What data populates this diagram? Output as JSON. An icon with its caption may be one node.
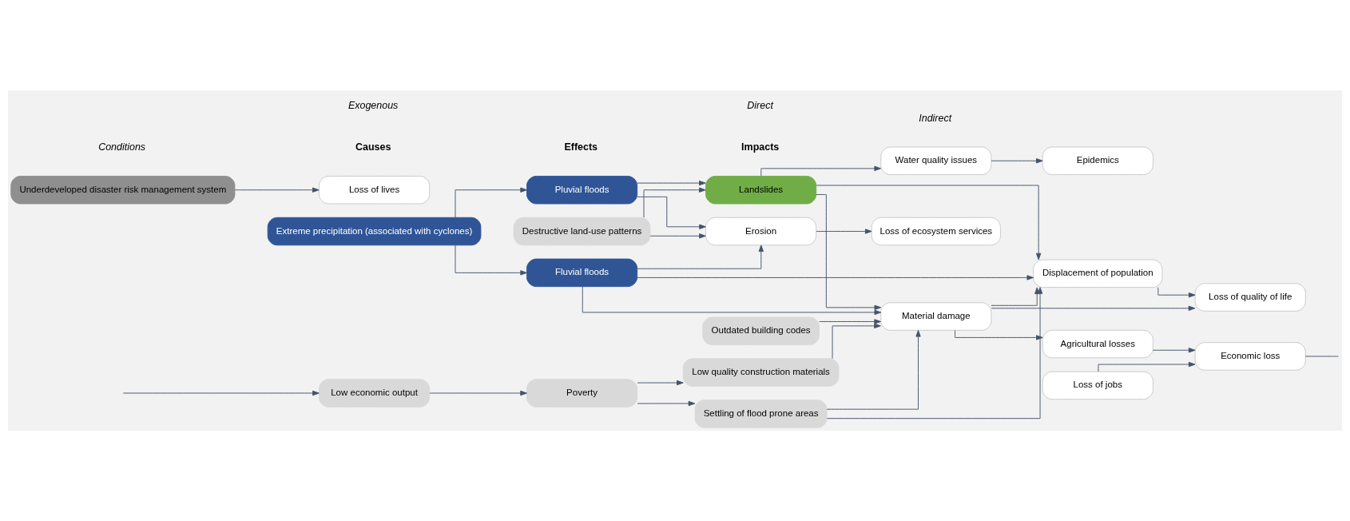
{
  "diagram": {
    "nodes": [
      {
        "text": [
          "Extreme precipitation (associated with cyclones)"
        ]
      },
      {
        "text": [
          "Fluvial floods"
        ]
      },
      {
        "text": [
          "Pluvial floods"
        ]
      },
      {
        "text": [
          "Underdeveloped disaster risk management system"
        ]
      },
      {
        "text": [
          "Destructive land-use patterns"
        ]
      },
      {
        "text": [
          "Landslides"
        ]
      },
      {
        "text": [
          "Outdated building codes"
        ]
      },
      {
        "text": [
          "Low economic output"
        ]
      },
      {
        "text": [
          "Poverty"
        ]
      },
      {
        "text": [
          "Low quality construction materials"
        ]
      },
      {
        "text": [
          "Settling of flood prone areas"
        ]
      },
      {
        "text": [
          "Erosion"
        ]
      },
      {
        "text": [
          "Displacement of population"
        ]
      },
      {
        "text": [
          "Water quality issues"
        ]
      },
      {
        "text": [
          "Material damage"
        ]
      },
      {
        "text": [
          "Loss of ecosystem services"
        ]
      },
      {
        "text": [
          "Loss of lives"
        ]
      },
      {
        "text": [
          "Agricultural losses"
        ]
      },
      {
        "text": [
          "Loss of jobs"
        ]
      },
      {
        "text": [
          "Loss of quality of life"
        ]
      },
      {
        "text": [
          "Epidemics"
        ]
      },
      {
        "text": [
          "Economic loss"
        ]
      }
    ],
    "edges": [
      {
        "from": 0,
        "to": 1,
        "arrow": "to"
      },
      {
        "from": 0,
        "to": 2,
        "arrow": "to"
      },
      {
        "from": 1,
        "to": 11,
        "arrow": "to"
      },
      {
        "from": 1,
        "to": 12,
        "arrow": "to"
      },
      {
        "from": 1,
        "to": 14,
        "arrow": "to"
      },
      {
        "from": 2,
        "to": 11,
        "arrow": "to"
      },
      {
        "from": 2,
        "to": 5,
        "arrow": "to"
      },
      {
        "from": 3,
        "to": 16,
        "arrow": "to"
      },
      {
        "from": 4,
        "to": 11,
        "arrow": "to"
      },
      {
        "from": 4,
        "to": 5,
        "arrow": "to"
      },
      {
        "from": 5,
        "to": 12,
        "arrow": "to"
      },
      {
        "from": 5,
        "to": 13,
        "arrow": "to"
      },
      {
        "from": 5,
        "to": 14,
        "arrow": "to"
      },
      {
        "from": 6,
        "to": 14,
        "arrow": "to"
      },
      {
        "from": 7,
        "to": 8,
        "arrow": "to"
      },
      {
        "from": 8,
        "to": 9,
        "arrow": "to"
      },
      {
        "from": 8,
        "to": 10,
        "arrow": "to"
      },
      {
        "from": 9,
        "to": 14,
        "arrow": "to"
      },
      {
        "from": 10,
        "to": 12,
        "arrow": "to"
      },
      {
        "from": 10,
        "to": 14,
        "arrow": "to"
      },
      {
        "from": 11,
        "to": 15,
        "arrow": "to"
      },
      {
        "from": 12,
        "to": 19,
        "arrow": "to"
      },
      {
        "from": 13,
        "to": 20,
        "arrow": "to"
      },
      {
        "from": 14,
        "to": 12,
        "arrow": "to"
      },
      {
        "from": 14,
        "to": 17,
        "arrow": "to"
      },
      {
        "from": 14,
        "to": 19,
        "arrow": "to"
      },
      {
        "from": 17,
        "to": 21,
        "arrow": "to"
      },
      {
        "from": 18,
        "to": 21,
        "arrow": "to"
      },
      {
        "from": 21,
        "to": null,
        "arrow": "none"
      },
      {
        "from": null,
        "to": 7,
        "arrow": "to"
      }
    ],
    "labels": [
      "Causes",
      "Effects",
      "Impacts",
      "Exogenous",
      "Conditions",
      "Direct",
      "Indirect"
    ]
  }
}
